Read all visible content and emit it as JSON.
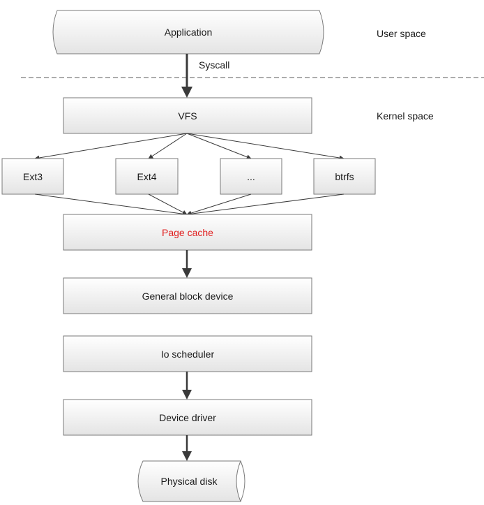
{
  "application": {
    "label": "Application"
  },
  "syscall": {
    "label": "Syscall"
  },
  "user_space": {
    "label": "User space"
  },
  "kernel_space": {
    "label": "Kernel space"
  },
  "vfs": {
    "label": "VFS"
  },
  "filesystems": [
    {
      "label": "Ext3"
    },
    {
      "label": "Ext4"
    },
    {
      "label": "..."
    },
    {
      "label": "btrfs"
    }
  ],
  "page_cache": {
    "label": "Page cache",
    "color": "#e02020"
  },
  "general_block_device": {
    "label": "General block device"
  },
  "io_scheduler": {
    "label": "Io scheduler"
  },
  "device_driver": {
    "label": "Device driver"
  },
  "physical_disk": {
    "label": "Physical disk"
  },
  "colors": {
    "box_top": "#ffffff",
    "box_bottom": "#e6e6e6",
    "border": "#7a7a7a",
    "arrow": "#3a3a3a"
  }
}
